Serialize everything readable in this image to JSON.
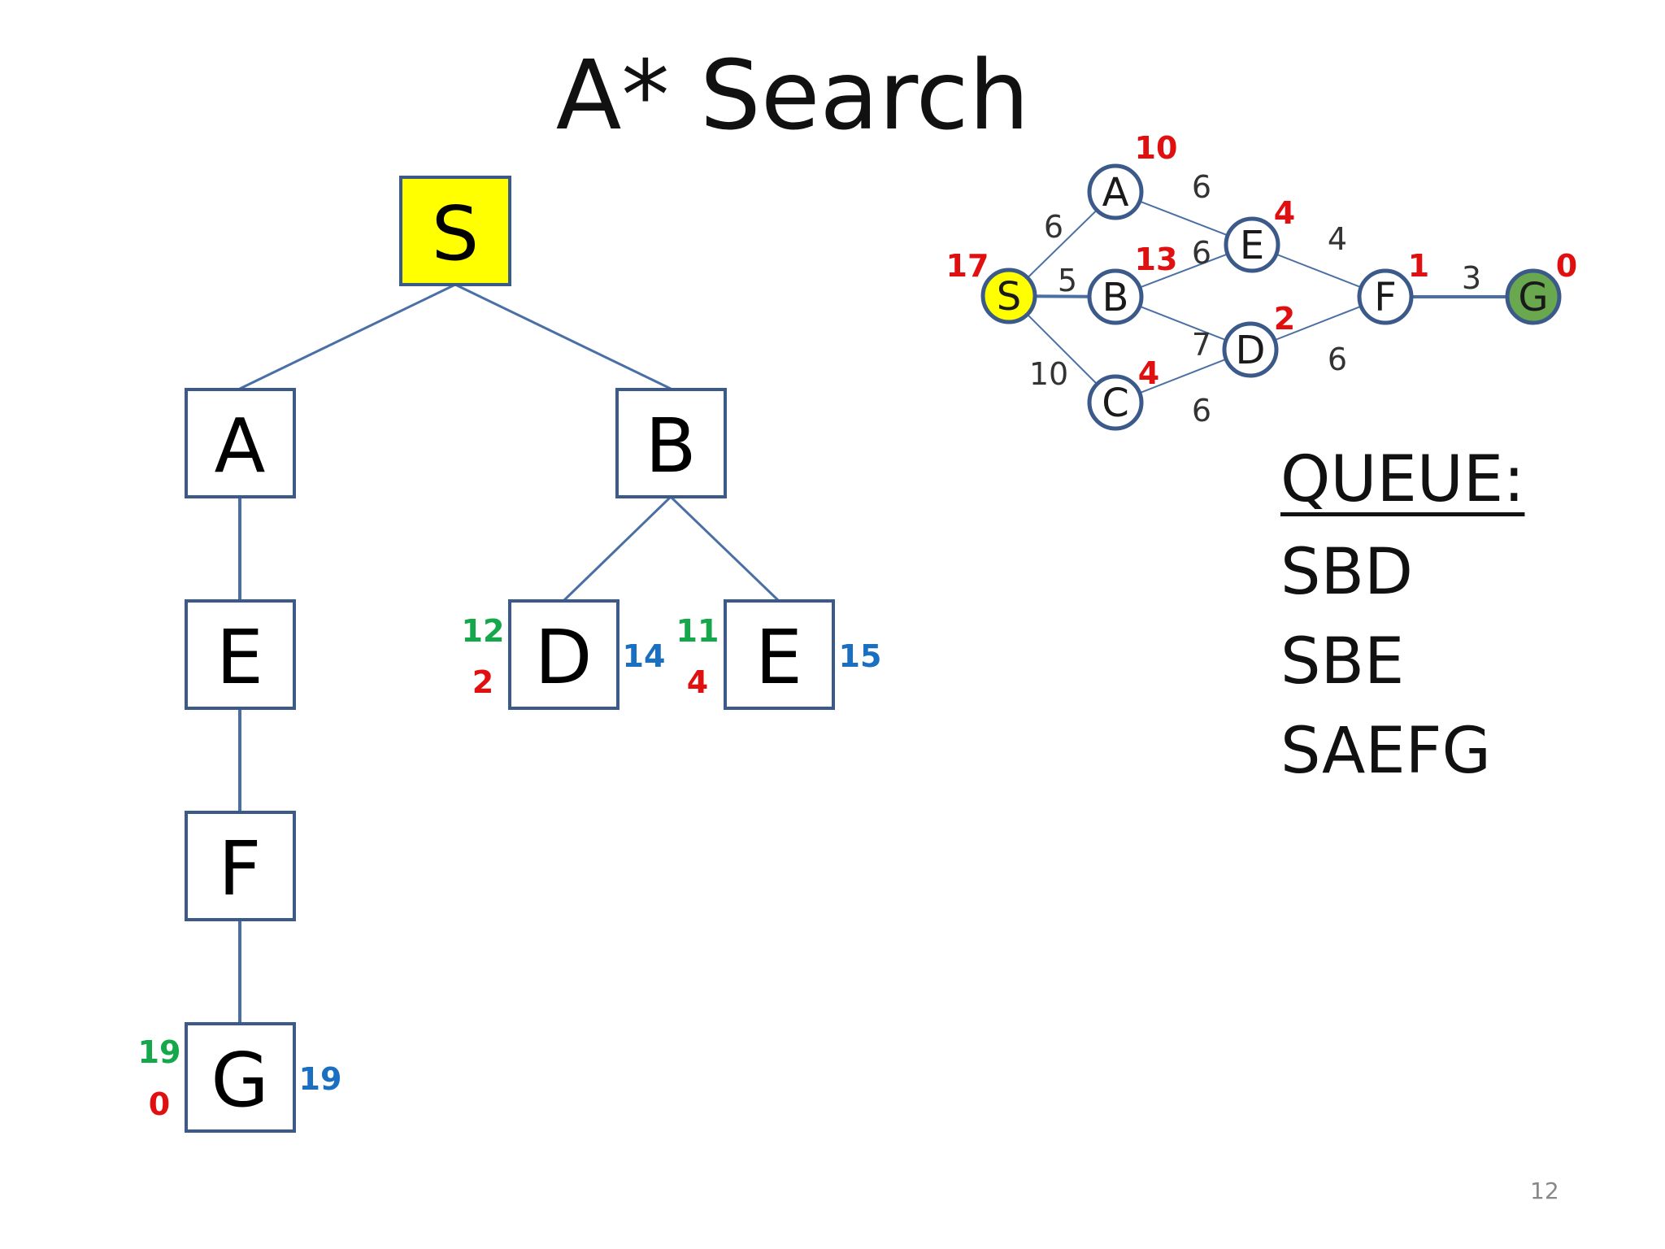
{
  "title": "A* Search",
  "colors": {
    "node_border": "#3b5a8a",
    "edge": "#4a6fa5",
    "start_fill": "#ffff00",
    "goal_fill": "#6aa84f",
    "heuristic": "#e01010",
    "g_cost": "#14a84a",
    "f_cost": "#1a6fc0"
  },
  "search_tree": {
    "nodes": {
      "S": {
        "label": "S",
        "highlight": true
      },
      "A": {
        "label": "A"
      },
      "B": {
        "label": "B"
      },
      "D": {
        "label": "D",
        "g": "12",
        "h": "2",
        "f": "14"
      },
      "E2": {
        "label": "E",
        "g": "11",
        "h": "4",
        "f": "15"
      },
      "E1": {
        "label": "E"
      },
      "F": {
        "label": "F"
      },
      "G": {
        "label": "G",
        "g": "19",
        "h": "0",
        "f": "19"
      }
    },
    "edges": [
      [
        "S",
        "A"
      ],
      [
        "S",
        "B"
      ],
      [
        "B",
        "D"
      ],
      [
        "B",
        "E2"
      ],
      [
        "A",
        "E1"
      ],
      [
        "E1",
        "F"
      ],
      [
        "F",
        "G"
      ]
    ]
  },
  "graph": {
    "nodes": {
      "S": {
        "label": "S",
        "h": "17",
        "fill": "start"
      },
      "A": {
        "label": "A",
        "h": "10"
      },
      "B": {
        "label": "B",
        "h": "13"
      },
      "C": {
        "label": "C",
        "h": "4"
      },
      "D": {
        "label": "D",
        "h": "2"
      },
      "E": {
        "label": "E",
        "h": "4"
      },
      "F": {
        "label": "F",
        "h": "1"
      },
      "G": {
        "label": "G",
        "h": "0",
        "fill": "goal"
      }
    },
    "edges": [
      {
        "from": "S",
        "to": "A",
        "w": "6"
      },
      {
        "from": "S",
        "to": "B",
        "w": "5"
      },
      {
        "from": "S",
        "to": "C",
        "w": "10"
      },
      {
        "from": "A",
        "to": "E",
        "w": "6"
      },
      {
        "from": "B",
        "to": "E",
        "w": "6"
      },
      {
        "from": "B",
        "to": "D",
        "w": "7"
      },
      {
        "from": "C",
        "to": "D",
        "w": "6"
      },
      {
        "from": "E",
        "to": "F",
        "w": "4"
      },
      {
        "from": "D",
        "to": "F",
        "w": "6"
      },
      {
        "from": "F",
        "to": "G",
        "w": "3"
      }
    ]
  },
  "queue": {
    "title": "QUEUE:",
    "items": [
      "SBD",
      "SBE",
      "SAEFG"
    ]
  },
  "page_number": "12"
}
